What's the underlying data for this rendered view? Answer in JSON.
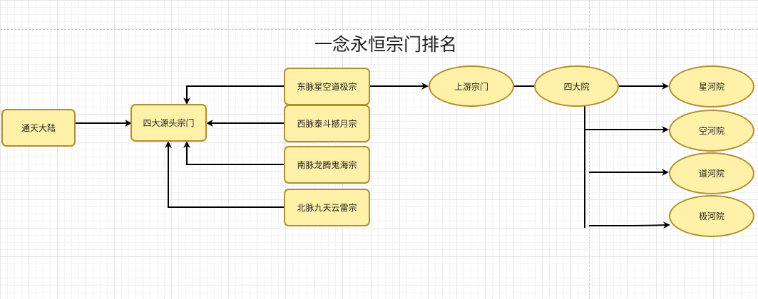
{
  "diagram": {
    "title": "一念永恒宗门排名",
    "nodes": {
      "tongtian": "通天大陆",
      "sida_yuantou": "四大源头宗门",
      "dongmai": "东脉星空道极宗",
      "ximai": "西脉泰斗撼月宗",
      "nanmai": "南脉龙腾鬼海宗",
      "beimai": "北脉九天云雷宗",
      "shangyou": "上游宗门",
      "sidayuan": "四大院",
      "xinghe": "星河院",
      "konghe": "空河院",
      "daohe": "道河院",
      "jihe": "极河院"
    },
    "colors": {
      "node_fill": "#fff2a8",
      "node_border": "#b08d2e",
      "edge": "#000000"
    }
  }
}
